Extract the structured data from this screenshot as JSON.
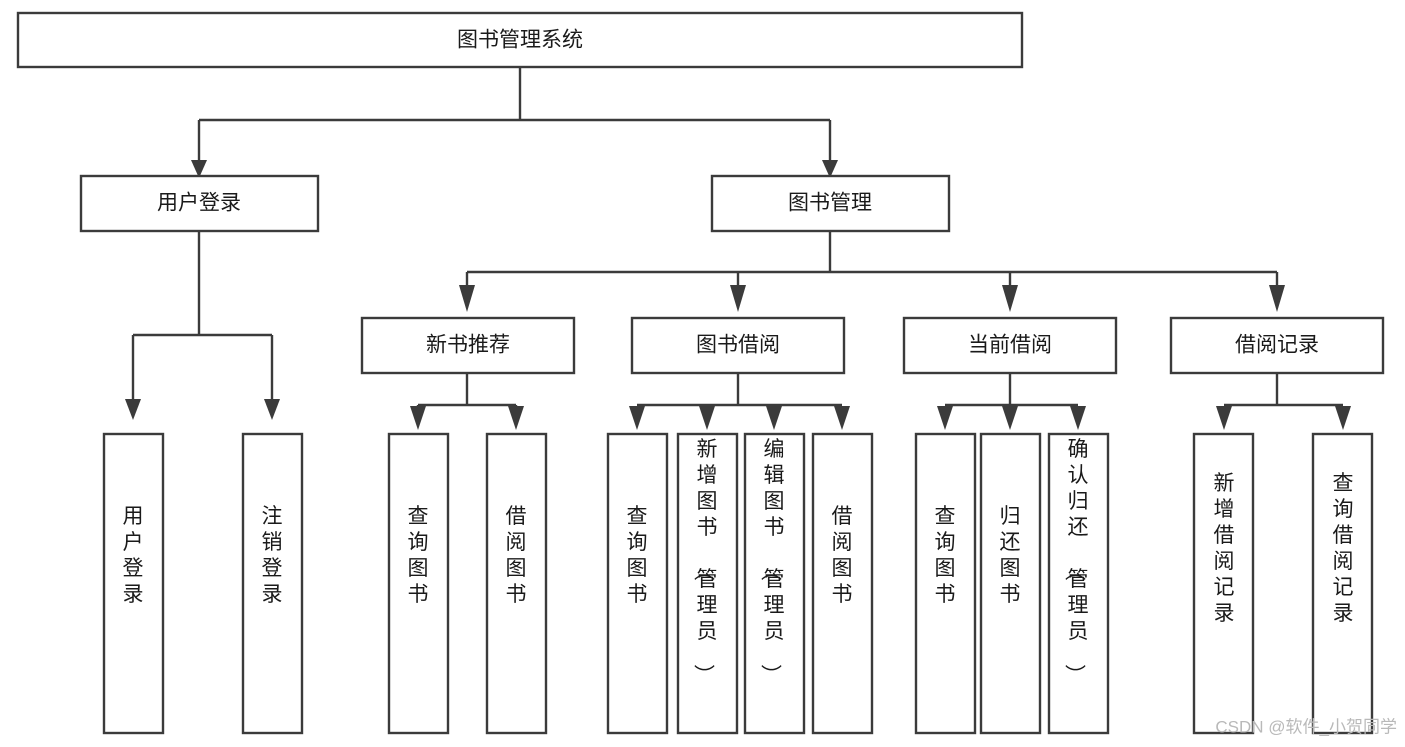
{
  "diagram": {
    "title": "图书管理系统",
    "type": "hierarchy-tree",
    "watermark": "CSDN @软件_小贺同学",
    "colors": {
      "line": "#3b3b3b",
      "box_fill": "#ffffff",
      "text": "#1a1a1a",
      "watermark": "#b9b9b9",
      "background": "#ffffff"
    },
    "root": {
      "label": "图书管理系统",
      "orientation": "horizontal"
    },
    "level1": [
      {
        "id": "user-login",
        "label": "用户登录",
        "orientation": "horizontal"
      },
      {
        "id": "book-management",
        "label": "图书管理",
        "orientation": "horizontal"
      }
    ],
    "level2": [
      {
        "id": "new-book-recommend",
        "label": "新书推荐",
        "parent": "book-management",
        "orientation": "horizontal"
      },
      {
        "id": "book-borrow",
        "label": "图书借阅",
        "parent": "book-management",
        "orientation": "horizontal"
      },
      {
        "id": "current-borrow",
        "label": "当前借阅",
        "parent": "book-management",
        "orientation": "horizontal"
      },
      {
        "id": "borrow-record",
        "label": "借阅记录",
        "parent": "book-management",
        "orientation": "horizontal"
      }
    ],
    "leaves": [
      {
        "id": "leaf-user-login",
        "label": "用户登录",
        "parent": "user-login",
        "orientation": "vertical"
      },
      {
        "id": "leaf-user-logout",
        "label": "注销登录",
        "parent": "user-login",
        "orientation": "vertical"
      },
      {
        "id": "leaf-query-book-1",
        "label": "查询图书",
        "parent": "new-book-recommend",
        "orientation": "vertical"
      },
      {
        "id": "leaf-borrow-book-1",
        "label": "借阅图书",
        "parent": "new-book-recommend",
        "orientation": "vertical"
      },
      {
        "id": "leaf-query-book-2",
        "label": "查询图书",
        "parent": "book-borrow",
        "orientation": "vertical"
      },
      {
        "id": "leaf-add-book",
        "label": "新增图书（管理员）",
        "parent": "book-borrow",
        "orientation": "vertical"
      },
      {
        "id": "leaf-edit-book",
        "label": "编辑图书（管理员）",
        "parent": "book-borrow",
        "orientation": "vertical"
      },
      {
        "id": "leaf-borrow-book-2",
        "label": "借阅图书",
        "parent": "book-borrow",
        "orientation": "vertical"
      },
      {
        "id": "leaf-query-book-3",
        "label": "查询图书",
        "parent": "current-borrow",
        "orientation": "vertical"
      },
      {
        "id": "leaf-return-book",
        "label": "归还图书",
        "parent": "current-borrow",
        "orientation": "vertical"
      },
      {
        "id": "leaf-confirm-return",
        "label": "确认归还（管理员）",
        "parent": "current-borrow",
        "orientation": "vertical"
      },
      {
        "id": "leaf-add-record",
        "label": "新增借阅记录",
        "parent": "borrow-record",
        "orientation": "vertical"
      },
      {
        "id": "leaf-query-record",
        "label": "查询借阅记录",
        "parent": "borrow-record",
        "orientation": "vertical"
      }
    ]
  }
}
